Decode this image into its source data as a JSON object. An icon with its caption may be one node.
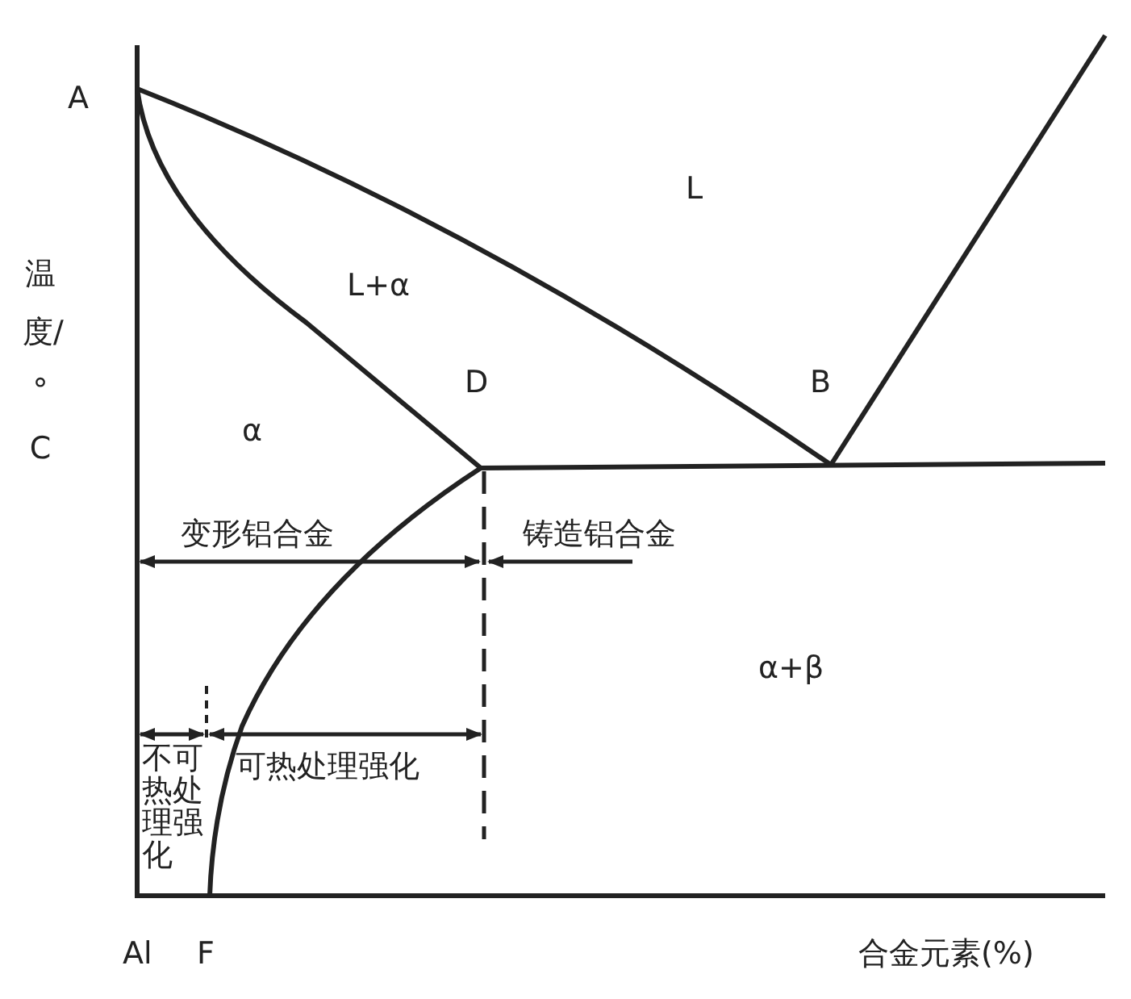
{
  "diagram": {
    "labels": [
      "A",
      "L",
      "L+α",
      "温度/°C",
      "D",
      "B",
      "α",
      "变形铝合金",
      "铸造铝合金",
      "α+β",
      "不可热处理强化",
      "可热处理强化",
      "Al",
      "F",
      "合金元素(%)"
    ]
  }
}
